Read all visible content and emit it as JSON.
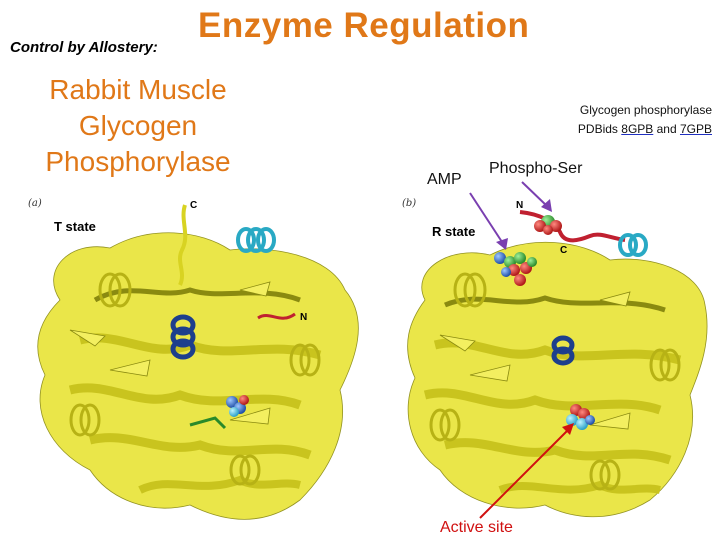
{
  "header": {
    "control": "Control by Allostery:",
    "title": "Enzyme Regulation",
    "subject_lines": [
      "Rabbit Muscle",
      "Glycogen",
      "Phosphorylase"
    ]
  },
  "pdb_note": {
    "line1": "Glycogen phosphorylase",
    "prefix": "PDBids ",
    "id1": "8GPB",
    "joiner": " and ",
    "id2": "7GPB"
  },
  "panels": {
    "a": {
      "letter": "(a)",
      "state": "T state",
      "c_label": "C",
      "n_label": "N"
    },
    "b": {
      "letter": "(b)",
      "state": "R state",
      "c_label": "C",
      "n_label": "N"
    }
  },
  "annotations": {
    "amp": "AMP",
    "phospho_ser": "Phospho-Ser",
    "active_site": "Active site"
  },
  "colors": {
    "title": "#e07818",
    "protein": "#e6e22a",
    "helix_dark": "#1d3f8c",
    "helix_cyan": "#29a9c4",
    "arrow_purple": "#7a3fb0",
    "arrow_red": "#d01010",
    "loop_red": "#c02030"
  }
}
